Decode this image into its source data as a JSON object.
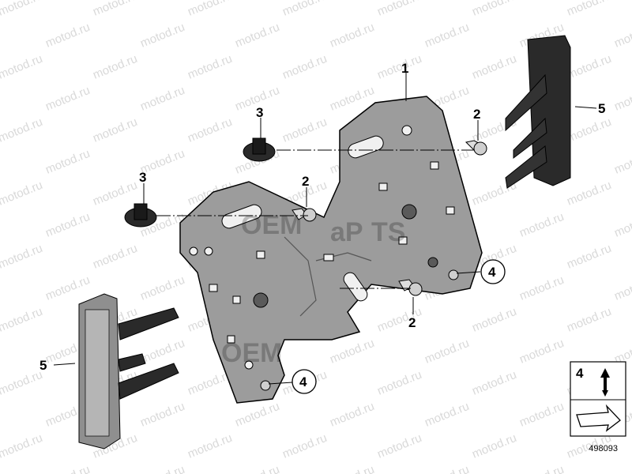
{
  "watermark": "motod.ru",
  "overlay_marks": [
    "OEM",
    "OEM",
    "aP",
    "TS"
  ],
  "callouts": {
    "plate": "1",
    "screw_right": "2",
    "screw_left": "2",
    "screw_bottom": "2",
    "nut_right": "3",
    "nut_left": "3",
    "screw_plate_right": "4",
    "screw_plate_bottom": "4",
    "holder_right": "5",
    "holder_left": "5"
  },
  "legend": {
    "item": "4"
  },
  "diagram_id": "498093",
  "colors": {
    "part_fill": "#9c9c9c",
    "part_dark": "#2a2a2a",
    "outline": "#000000",
    "watermark": "#d9d9d9"
  }
}
